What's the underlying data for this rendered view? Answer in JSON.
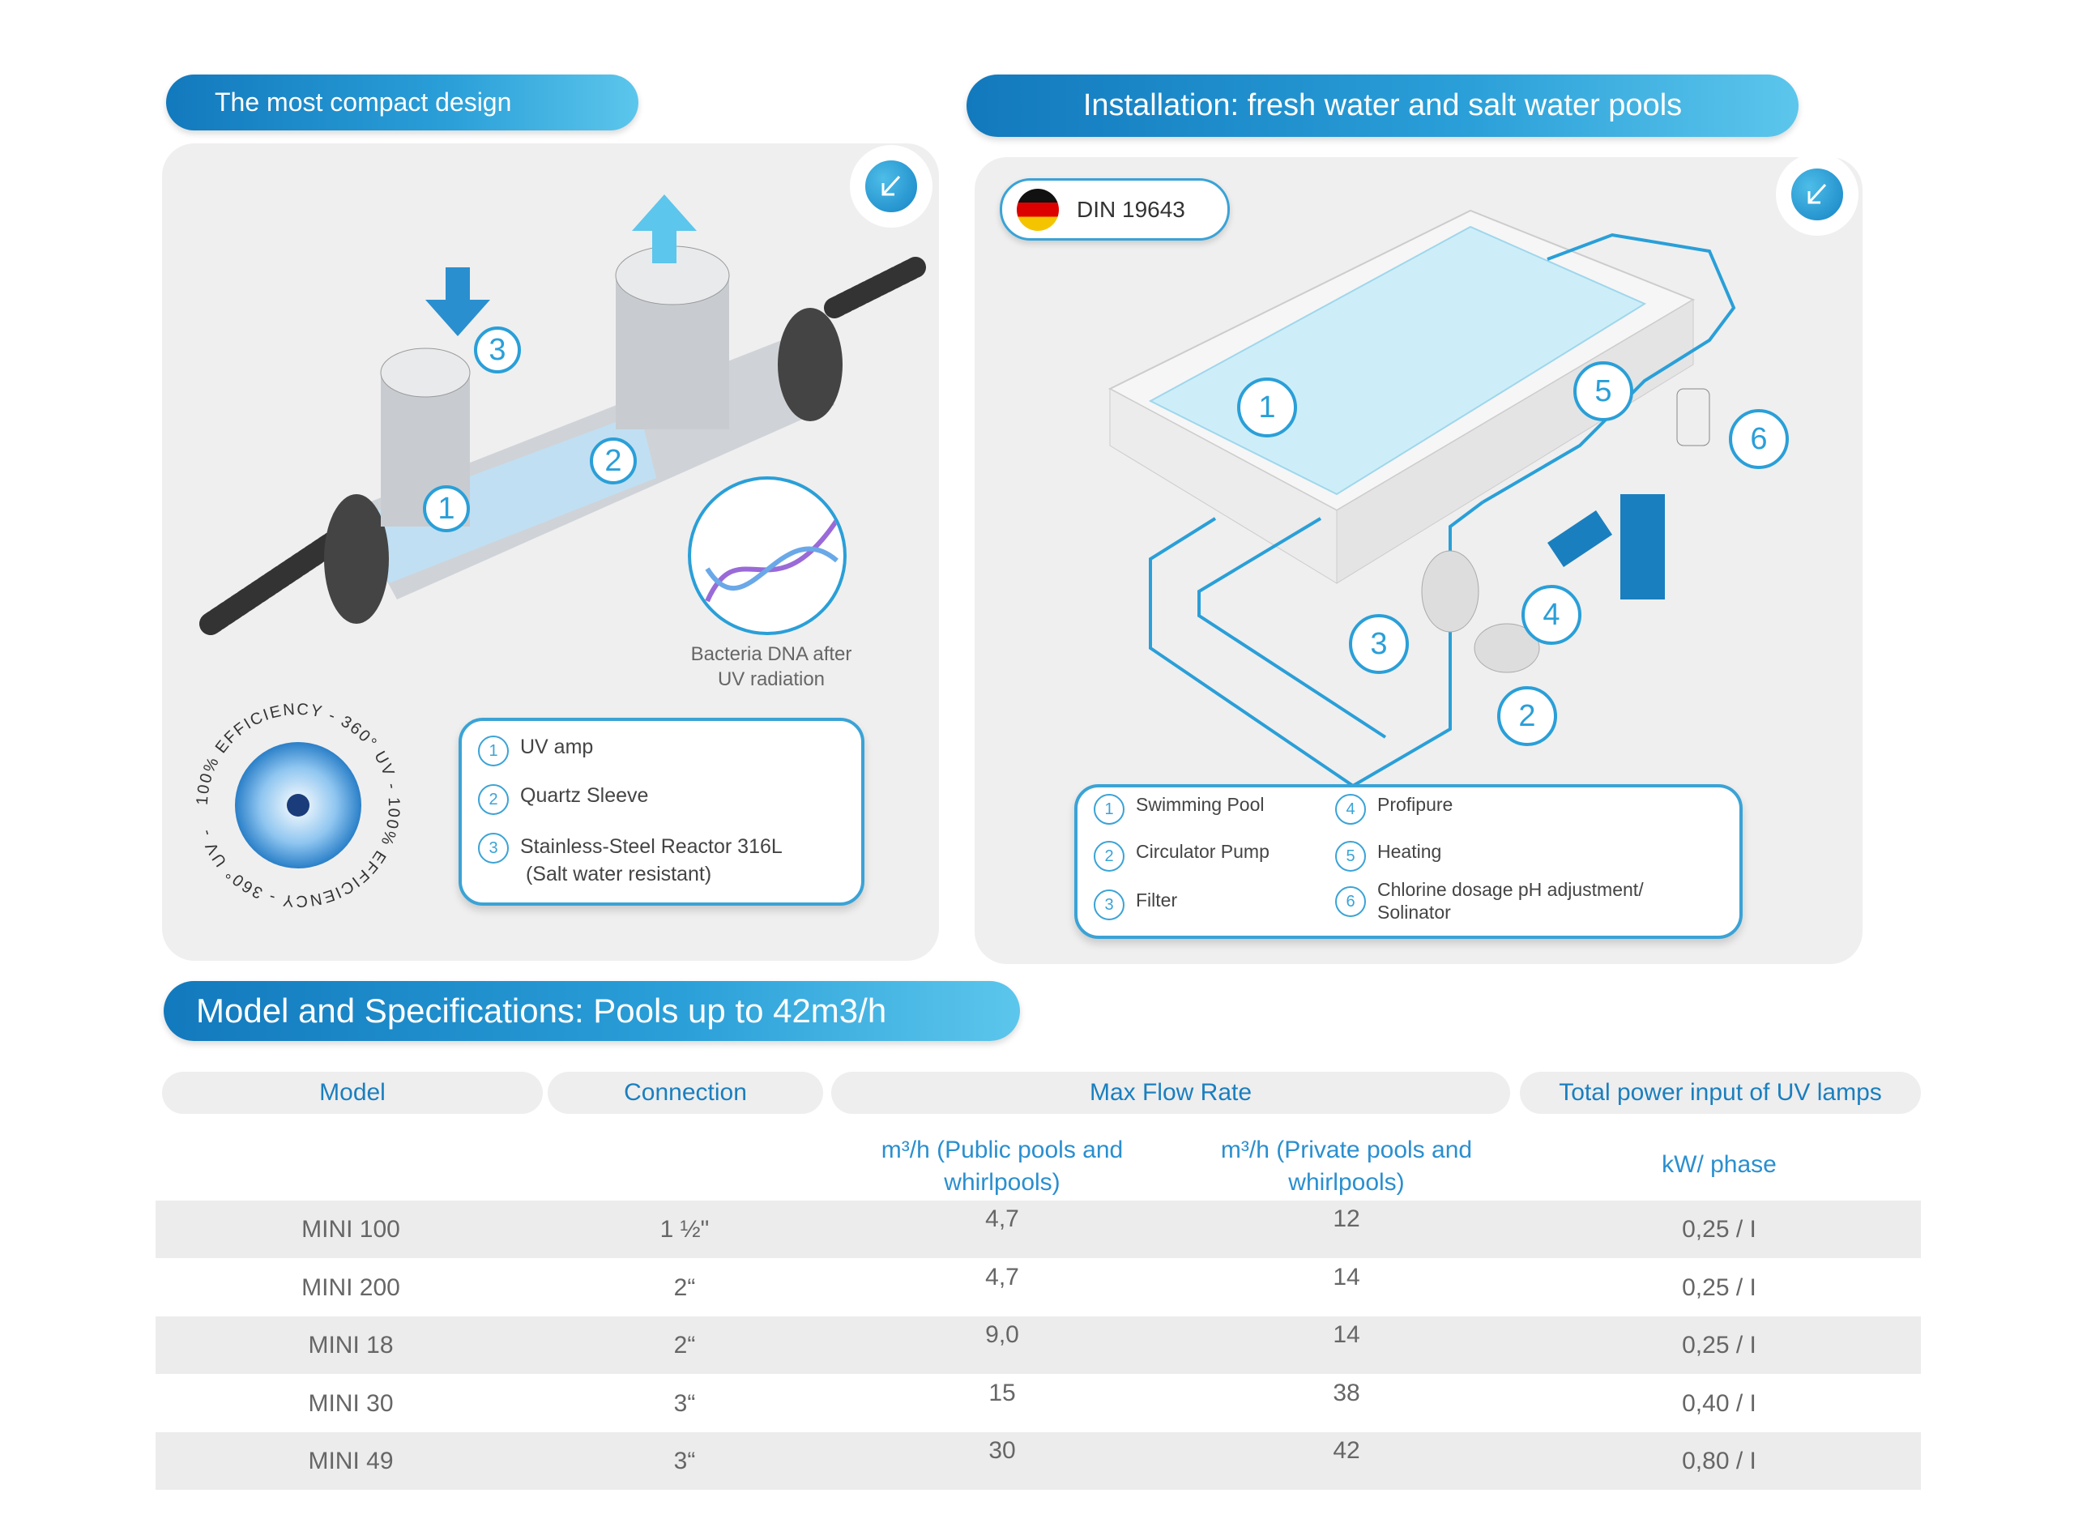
{
  "left_section": {
    "title": "The most compact design",
    "dna_caption_line1": "Bacteria DNA after",
    "dna_caption_line2": "UV radiation",
    "efficiency_ring": "100% EFFICIENCY - 360° UV - 100% EFFICIENCY - 360° UV -",
    "callouts": [
      "1",
      "2",
      "3"
    ],
    "legend": [
      {
        "n": "1",
        "label": "UV amp"
      },
      {
        "n": "2",
        "label": "Quartz Sleeve"
      },
      {
        "n": "3",
        "label": "Stainless-Steel Reactor 316L",
        "label2": "(Salt water resistant)"
      }
    ]
  },
  "right_section": {
    "title": "Installation: fresh water and salt water pools",
    "badge": "DIN 19643",
    "callouts": [
      "1",
      "2",
      "3",
      "4",
      "5",
      "6"
    ],
    "legend": [
      {
        "n": "1",
        "label": "Swimming Pool"
      },
      {
        "n": "2",
        "label": "Circulator Pump"
      },
      {
        "n": "3",
        "label": "Filter"
      },
      {
        "n": "4",
        "label": "Profipure"
      },
      {
        "n": "5",
        "label": "Heating"
      },
      {
        "n": "6",
        "label": "Chlorine dosage pH adjustment/",
        "label2": "Solinator"
      }
    ]
  },
  "specs": {
    "title": "Model and Specifications: Pools up to 42m3/h",
    "headers": [
      "Model",
      "Connection",
      "Max Flow Rate",
      "Total power input of UV lamps"
    ],
    "subheaders": {
      "public_1": "m³/h (Public pools and",
      "public_2": "whirlpools)",
      "private_1": "m³/h (Private pools and",
      "private_2": "whirlpools)",
      "power": "kW/ phase"
    },
    "rows": [
      {
        "model": "MINI 100",
        "connection": "1 ½\"",
        "public": "4,7",
        "private": "12",
        "power": "0,25 / I"
      },
      {
        "model": "MINI 200",
        "connection": "2“",
        "public": "4,7",
        "private": "14",
        "power": "0,25 / I"
      },
      {
        "model": "MINI 18",
        "connection": "2“",
        "public": "9,0",
        "private": "14",
        "power": "0,25 / I"
      },
      {
        "model": "MINI 30",
        "connection": "3“",
        "public": "15",
        "private": "38",
        "power": "0,40 / I"
      },
      {
        "model": "MINI 49",
        "connection": "3“",
        "public": "30",
        "private": "42",
        "power": "0,80 / I"
      }
    ]
  },
  "colors": {
    "accent": "#1a7fbf",
    "light_accent": "#3aa3d6",
    "panel": "#efefef"
  }
}
